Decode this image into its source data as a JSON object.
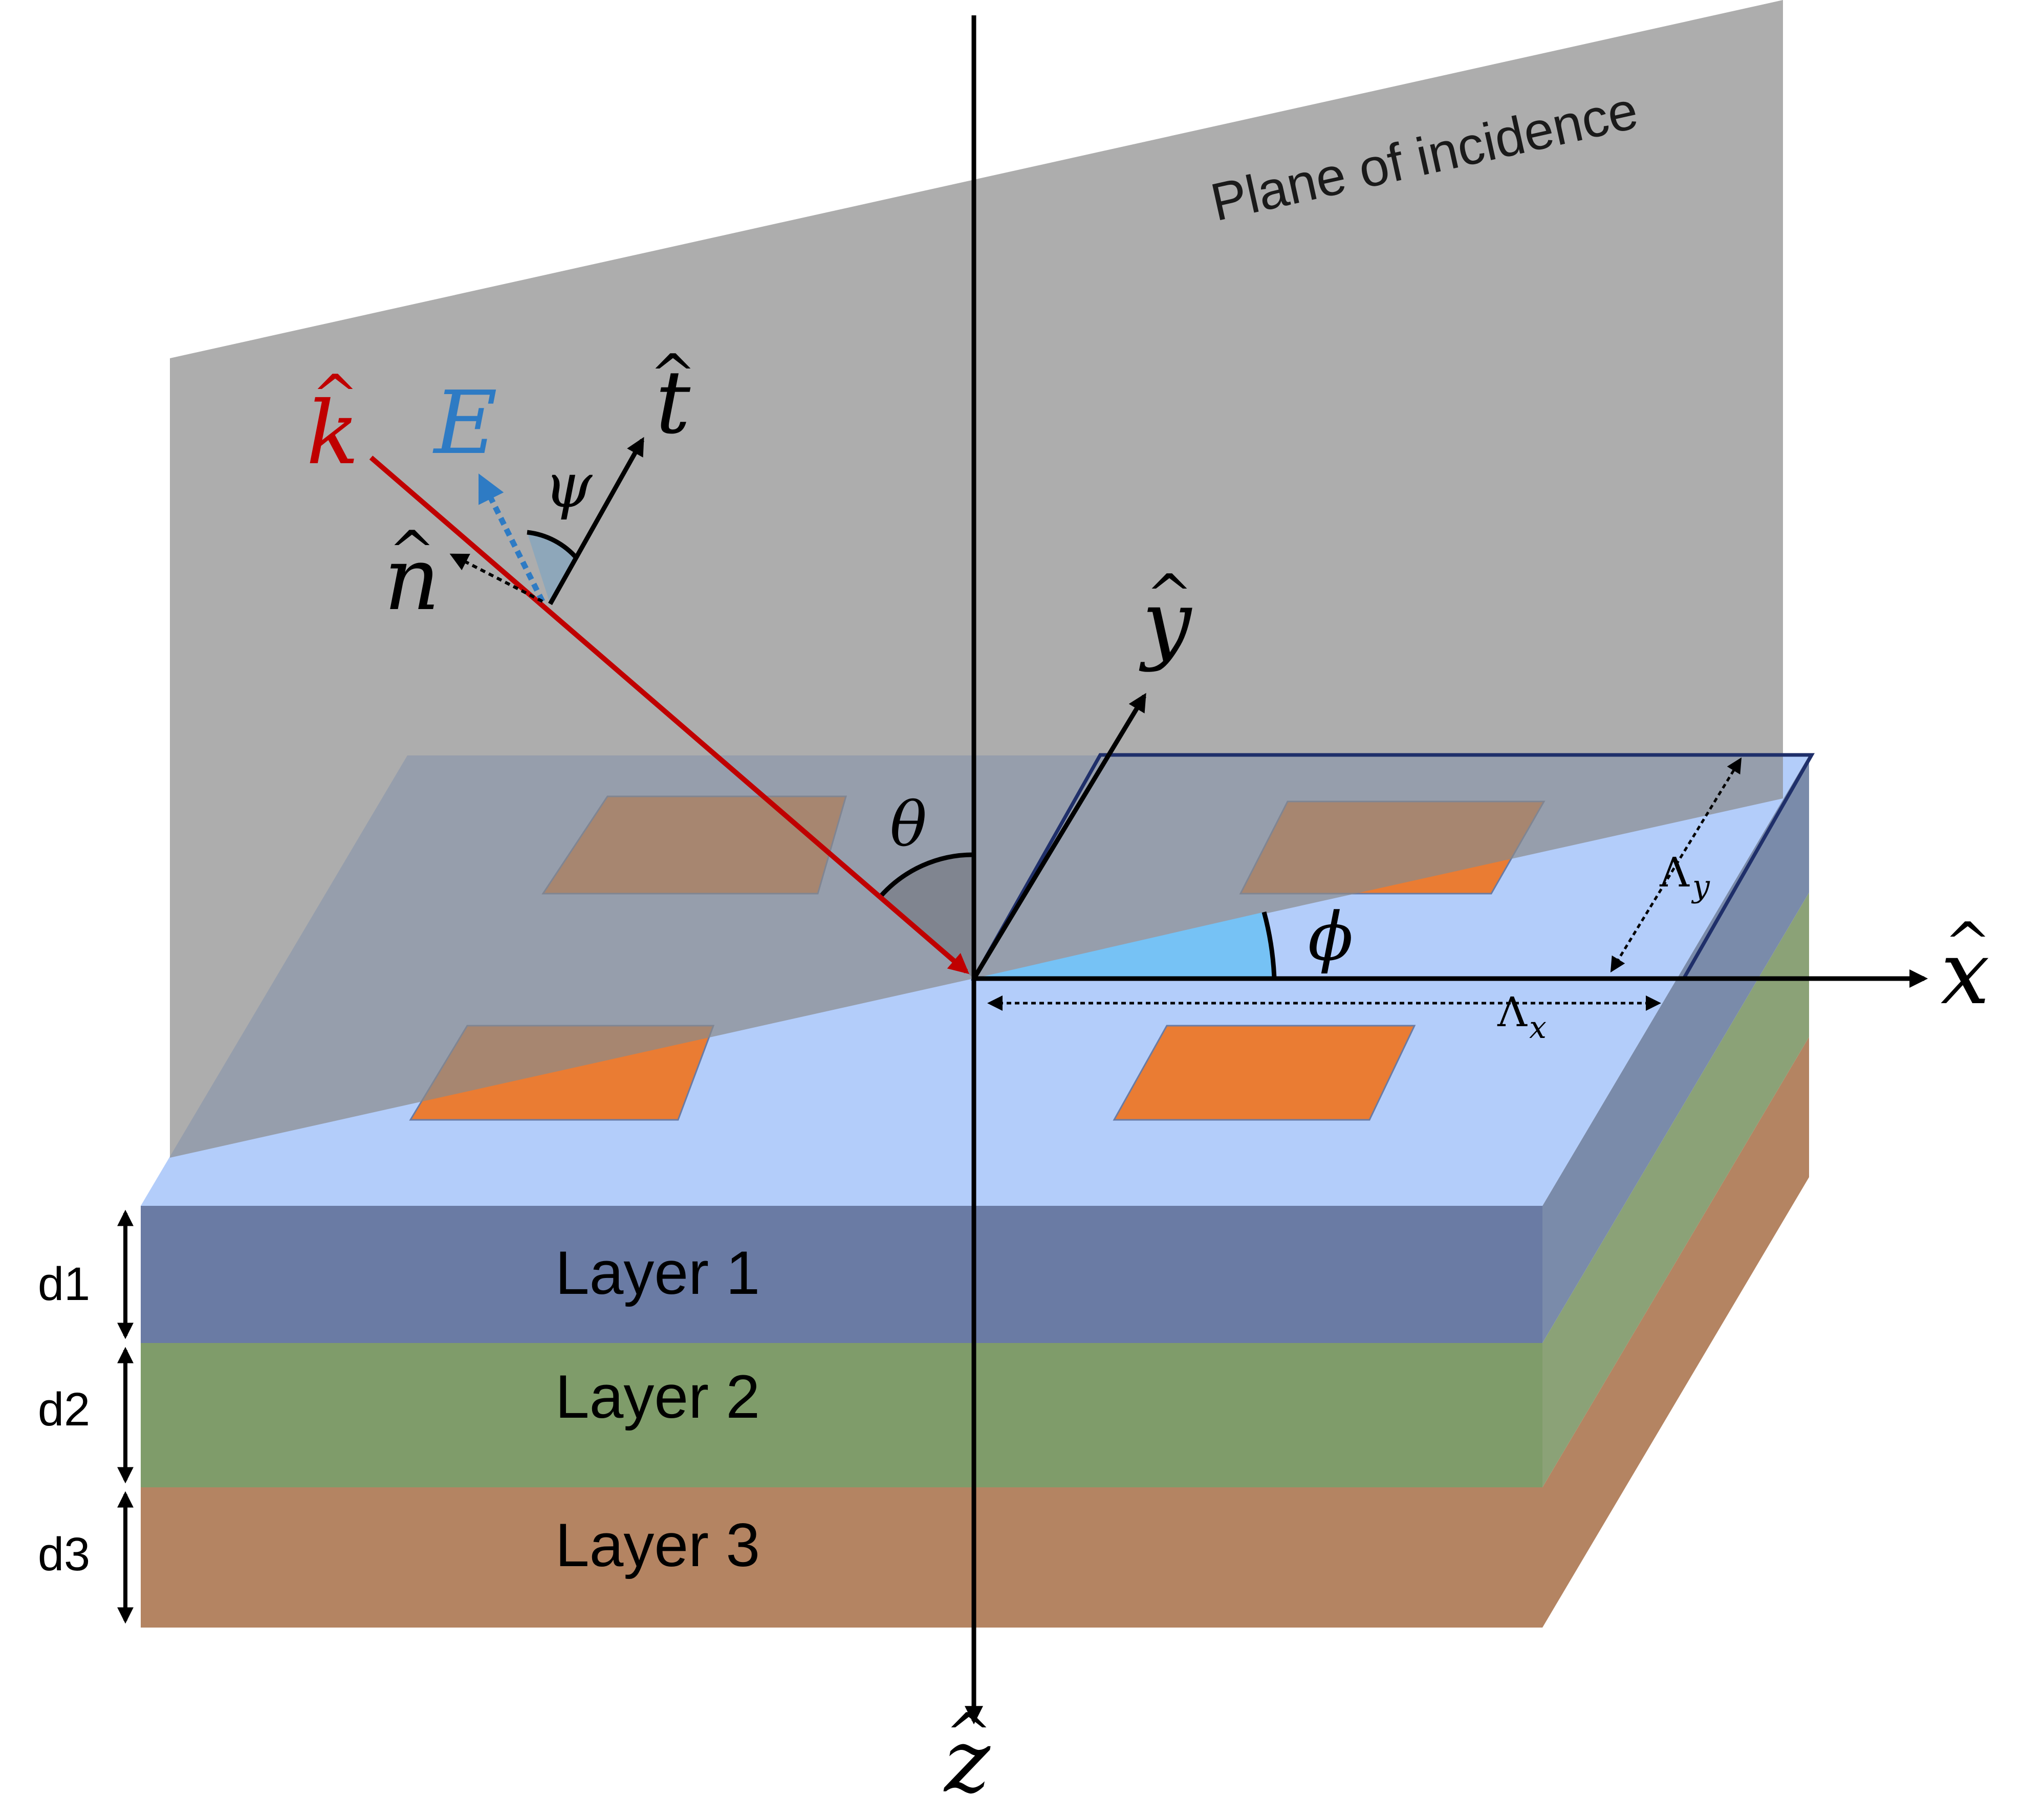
{
  "plane_label": "Plane of incidence",
  "layers": [
    {
      "name": "Layer 1",
      "thickness": "d1"
    },
    {
      "name": "Layer 2",
      "thickness": "d2"
    },
    {
      "name": "Layer 3",
      "thickness": "d3"
    }
  ],
  "vectors": {
    "k": "k",
    "E": "E",
    "t": "t",
    "n": "n",
    "x": "x",
    "y": "y",
    "z": "z",
    "hat": "^"
  },
  "angles": {
    "theta": "θ",
    "phi": "ϕ",
    "psi": "ψ"
  },
  "periods": {
    "lambda": "Λ",
    "x_sub": "x",
    "y_sub": "y"
  },
  "colors": {
    "plane": "#ababab",
    "top_surface": "#b3cdfa",
    "layer1": "#6a7ba4",
    "layer2": "#7f9c6a",
    "layer3": "#b48462",
    "patch": "#ea7c33",
    "k_vector": "#c00000",
    "E_vector": "#2e7bc4",
    "phi_wedge": "#76c2f5",
    "theta_wedge": "#808590",
    "psi_wedge": "#8ea7ba"
  }
}
